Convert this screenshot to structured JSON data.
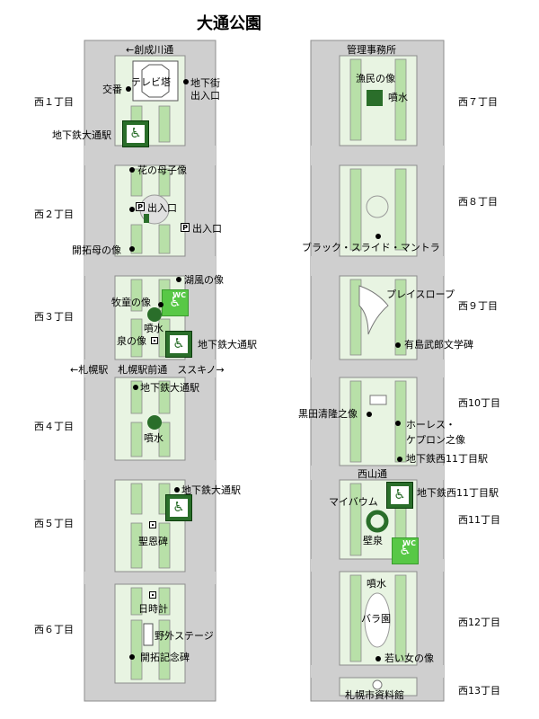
{
  "title": "大通公園",
  "blocks": {
    "w1": "西１丁目",
    "w2": "西２丁目",
    "w3": "西３丁目",
    "w4": "西４丁目",
    "w5": "西５丁目",
    "w6": "西６丁目",
    "w7": "西７丁目",
    "w8": "西８丁目",
    "w9": "西９丁目",
    "w10": "西10丁目",
    "w11": "西11丁目",
    "w12": "西12丁目",
    "w13": "西13丁目"
  },
  "streets": {
    "sosei": "←創成川通",
    "kanri": "管理事務所",
    "sapporo_ekimae": "←札幌駅　札幌駅前通　ススキノ→",
    "nishiyama": "西山通"
  },
  "places": {
    "tv_tower": "テレビ塔",
    "koban": "交番",
    "underground_exit": "地下街\n出入口",
    "subway_odori_1": "地下鉄大通駅",
    "hana_no_hahako": "花の母子像",
    "p_exit_1": "出入口",
    "p_exit_2": "出入口",
    "kaitaku_haha": "開拓母の像",
    "kofu": "湖風の像",
    "bokudo": "牧童の像",
    "funsui_3": "噴水",
    "izumi": "泉の像",
    "subway_odori_3": "地下鉄大通駅",
    "subway_odori_4": "地下鉄大通駅",
    "funsui_4": "噴水",
    "subway_odori_5": "地下鉄大通駅",
    "seion": "聖恩碑",
    "hidokei": "日時計",
    "yagai_stage": "野外ステージ",
    "kaitaku_kinen": "開拓記念碑",
    "gyomin": "漁民の像",
    "funsui_7": "噴水",
    "black_slide": "ブラック・スライド・マントラ",
    "play_slope": "プレイスロープ",
    "arishima": "有島武郎文学碑",
    "kuroda": "黒田清隆之像",
    "horace": "ホーレス・\nケプロン之像",
    "subway_w11_exit": "地下鉄西11丁目駅",
    "subway_w11": "地下鉄西11丁目駅",
    "maibaum": "マイバウム",
    "hekisen": "壁泉",
    "funsui_12": "噴水",
    "bara": "バラ園",
    "wakai_onna": "若い女の像",
    "shiryokan": "札幌市資料館"
  },
  "icons": {
    "accessible": "wheelchair-icon",
    "wc": "WC"
  },
  "colors": {
    "road": "#cfcfcf",
    "road_edge": "#8c8c8c",
    "lawn": "#b8e0a8",
    "path": "#e8f4e2",
    "dark_green": "#2a6e2a",
    "wc_green": "#58c846"
  }
}
